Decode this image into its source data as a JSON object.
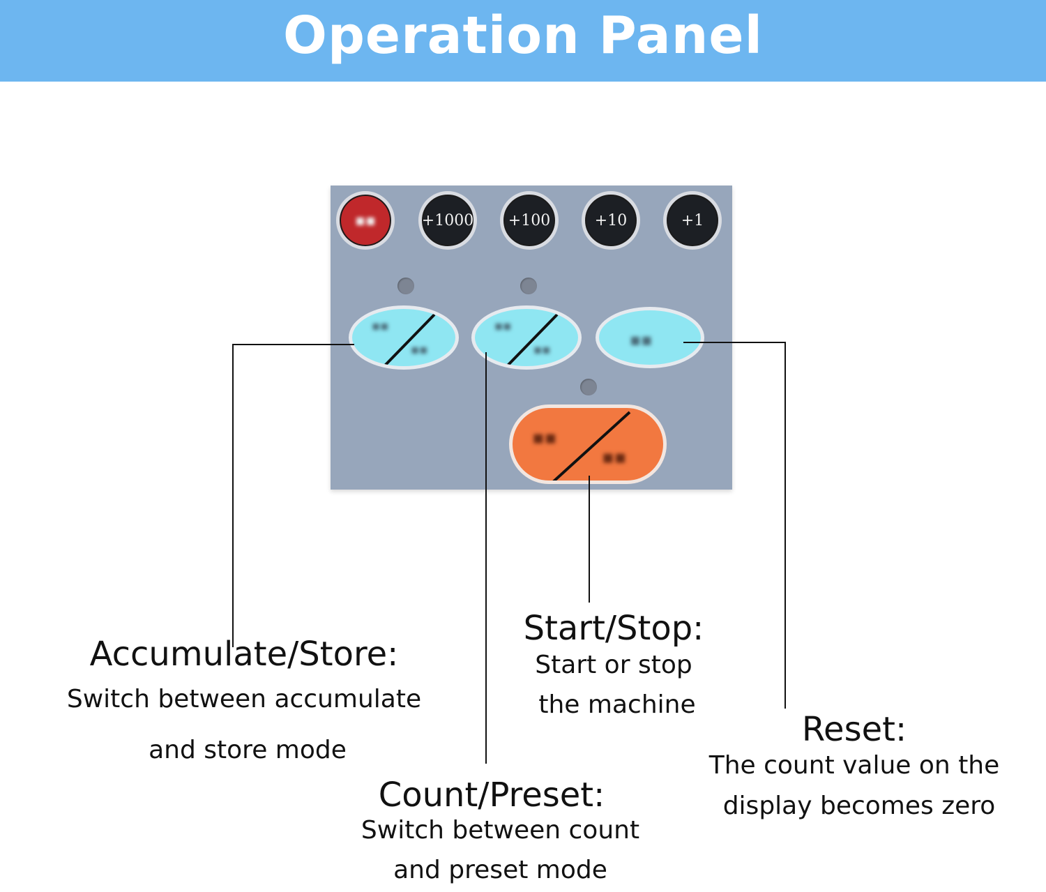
{
  "header": {
    "title": "Operation Panel"
  },
  "panel": {
    "top_keys": [
      {
        "label": "",
        "color": "red"
      },
      {
        "label": "+1000",
        "color": "dark"
      },
      {
        "label": "+100",
        "color": "dark"
      },
      {
        "label": "+10",
        "color": "dark"
      },
      {
        "label": "+1",
        "color": "dark"
      }
    ],
    "colors": {
      "panel": "#97a6bb",
      "cyan_key": "#8fe6f2",
      "orange_key": "#f27840",
      "red_key": "#c0282b",
      "banner": "#6db6f0"
    }
  },
  "callouts": {
    "accumulate_store": {
      "title": "Accumulate/Store:",
      "line1": "Switch between accumulate",
      "line2": "and store mode"
    },
    "count_preset": {
      "title": "Count/Preset:",
      "line1": "Switch between count",
      "line2": "and preset mode"
    },
    "start_stop": {
      "title": "Start/Stop:",
      "line1": "Start or stop",
      "line2": "the machine"
    },
    "reset": {
      "title": "Reset:",
      "line1": "The count value on the",
      "line2": "display becomes zero"
    }
  }
}
